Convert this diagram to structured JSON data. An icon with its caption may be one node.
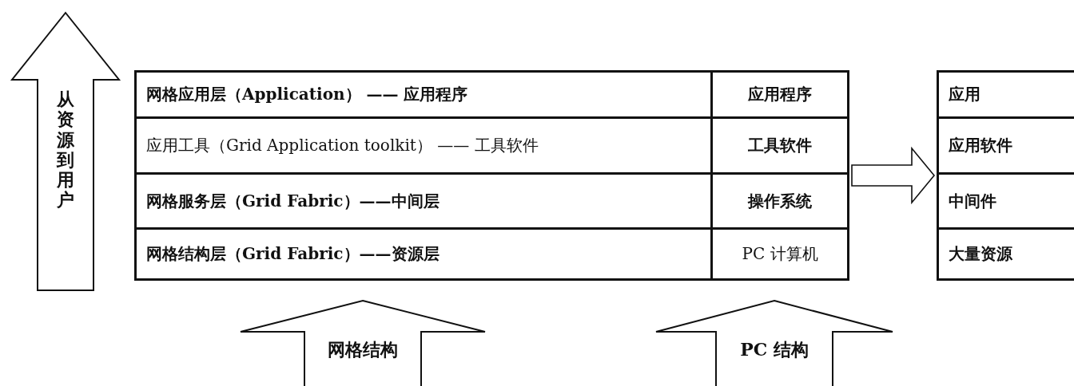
{
  "diagram": {
    "nodes": [
      {
        "text": [
          "从资源到用户"
        ]
      },
      {
        "text": [],
        "shape": "box"
      },
      {
        "text": [
          "网格应用层（Application） —— 应用程序"
        ],
        "in": 1
      },
      {
        "text": [
          "应用工具（Grid Application toolkit） —— 工具软件"
        ],
        "in": 1
      },
      {
        "text": [
          "网格服务层（Grid Fabric）——中间层"
        ],
        "in": 1
      },
      {
        "text": [
          "网格结构层（Grid Fabric）——资源层"
        ],
        "in": 1
      },
      {
        "text": [
          "应用程序"
        ],
        "in": 1
      },
      {
        "text": [
          "工具软件"
        ],
        "in": 1
      },
      {
        "text": [
          "操作系统"
        ],
        "in": 1
      },
      {
        "text": [
          "PC 计算机"
        ],
        "in": 1
      },
      {
        "text": [],
        "shape": "box"
      },
      {
        "text": [
          "应用"
        ],
        "in": 10
      },
      {
        "text": [
          "应用软件"
        ],
        "in": 10
      },
      {
        "text": [
          "中间件"
        ],
        "in": 10
      },
      {
        "text": [
          "大量资源"
        ],
        "in": 10
      },
      {
        "text": [
          "网格结构"
        ]
      },
      {
        "text": [
          "PC 结构"
        ]
      }
    ],
    "edges": [
      {
        "from": 1,
        "to": 10,
        "arrow": "to"
      }
    ]
  }
}
